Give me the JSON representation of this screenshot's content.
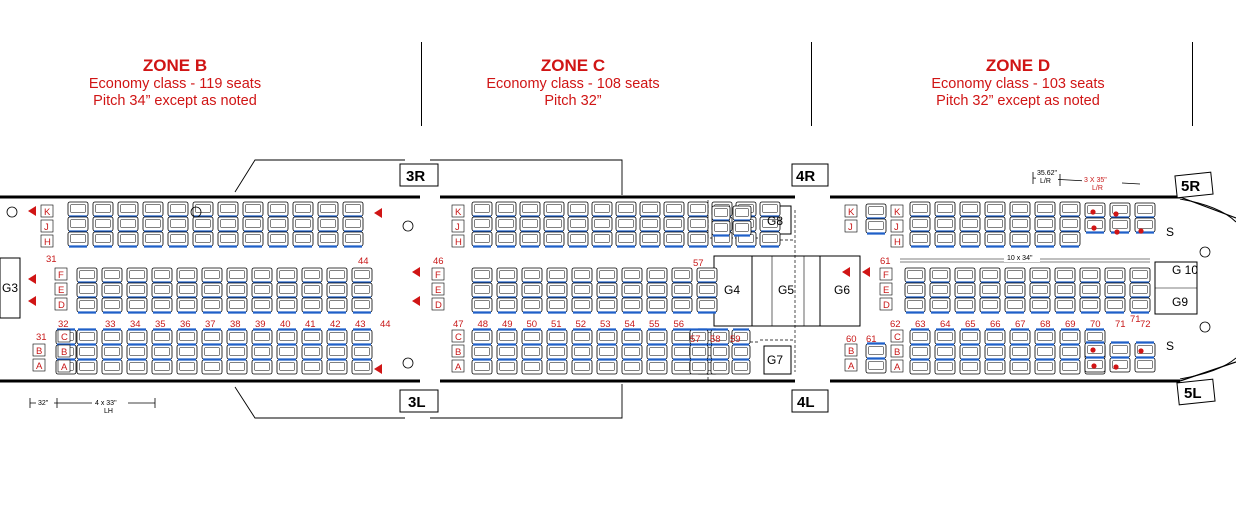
{
  "zones": [
    {
      "title": "ZONE B",
      "line1": "Economy class - 119 seats",
      "line2": "Pitch 34” except as noted"
    },
    {
      "title": "ZONE C",
      "line1": "Economy class - 108 seats",
      "line2": "Pitch 32”"
    },
    {
      "title": "ZONE D",
      "line1": "Economy class - 103 seats",
      "line2": "Pitch 32” except as noted"
    }
  ],
  "doors": {
    "d3r": "3R",
    "d3l": "3L",
    "d4r": "4R",
    "d4l": "4L",
    "d5r": "5R",
    "d5l": "5L"
  },
  "galleys": {
    "g3": "G3",
    "g4": "G4",
    "g5": "G5",
    "g6": "G6",
    "g7": "G7",
    "g8": "G8",
    "g9": "G9",
    "g10": "G\n10"
  },
  "side_labels": {
    "s1": "S",
    "s2": "S"
  },
  "notes": {
    "pitch_left_a": "32\"",
    "pitch_left_b": "4 x 33\"",
    "pitch_left_b_side": "LH",
    "pitch_right_a": "35.62\"",
    "pitch_right_a_side": "L/R",
    "pitch_right_b": "3 X  35\"",
    "pitch_right_b_side": "L/R",
    "pitch_mid": "10 x 34\""
  },
  "seat_letters": {
    "right": [
      "K",
      "J",
      "H"
    ],
    "center": [
      "F",
      "E",
      "D"
    ],
    "left": [
      "C",
      "B",
      "A"
    ],
    "right_short": [
      "K",
      "J"
    ],
    "left_short": [
      "B",
      "A"
    ]
  },
  "row_numbers": {
    "zoneB_left": [
      "31",
      "32",
      "33",
      "34",
      "35",
      "36",
      "37",
      "38",
      "39",
      "40",
      "41",
      "42",
      "43",
      "44"
    ],
    "zoneB_center_first": "31",
    "zoneB_center_last": "44",
    "zoneC_left": [
      "47",
      "48",
      "49",
      "50",
      "51",
      "52",
      "53",
      "54",
      "55",
      "56"
    ],
    "zoneC_left_tail": [
      "57",
      "58",
      "59"
    ],
    "zoneC_center_first": "46",
    "zoneC_center_last": "57",
    "zoneD_left_first": [
      "60",
      "61"
    ],
    "zoneD_left": [
      "62",
      "63",
      "64",
      "65",
      "66",
      "67",
      "68",
      "69",
      "70",
      "71",
      "72"
    ],
    "zoneD_center_first": "61",
    "zoneD_center_last": "71"
  },
  "colors": {
    "accent": "#d01515",
    "seat_base": "#1f5fc8",
    "outline": "#000000"
  }
}
